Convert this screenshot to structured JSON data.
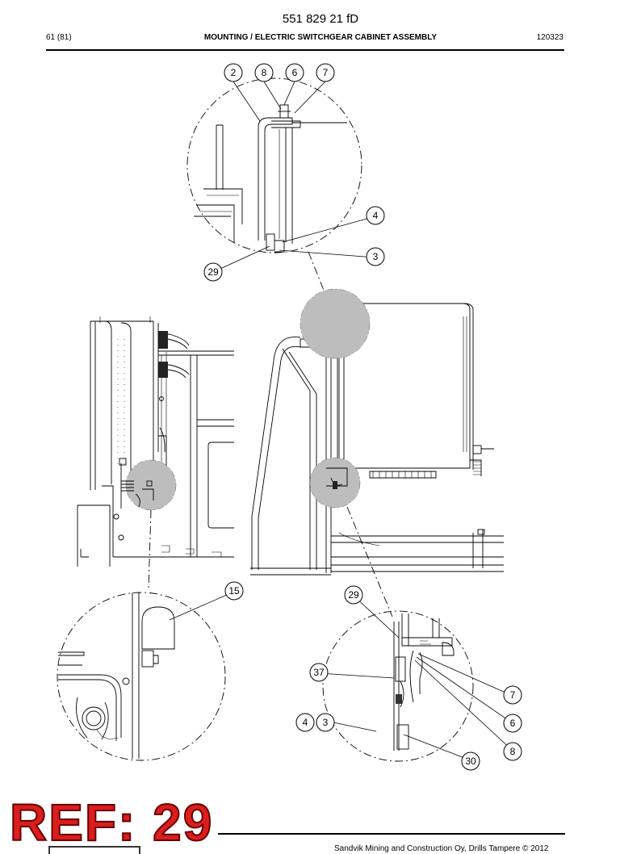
{
  "header": {
    "doc_number": "551 829 21 fD",
    "page_indicator": "61 (81)",
    "title": "MOUNTING / ELECTRIC SWITCHGEAR CABINET ASSEMBLY",
    "date": "120323"
  },
  "footer": {
    "copyright": "Sandvik Mining and Construction Oy, Drills Tampere © 2012"
  },
  "ref_label": "REF: 29",
  "callouts": {
    "top": [
      "2",
      "8",
      "6",
      "7",
      "4",
      "3",
      "29"
    ],
    "left": [
      "15"
    ],
    "right": [
      "29",
      "37",
      "4",
      "3",
      "7",
      "6",
      "8",
      "30"
    ]
  }
}
